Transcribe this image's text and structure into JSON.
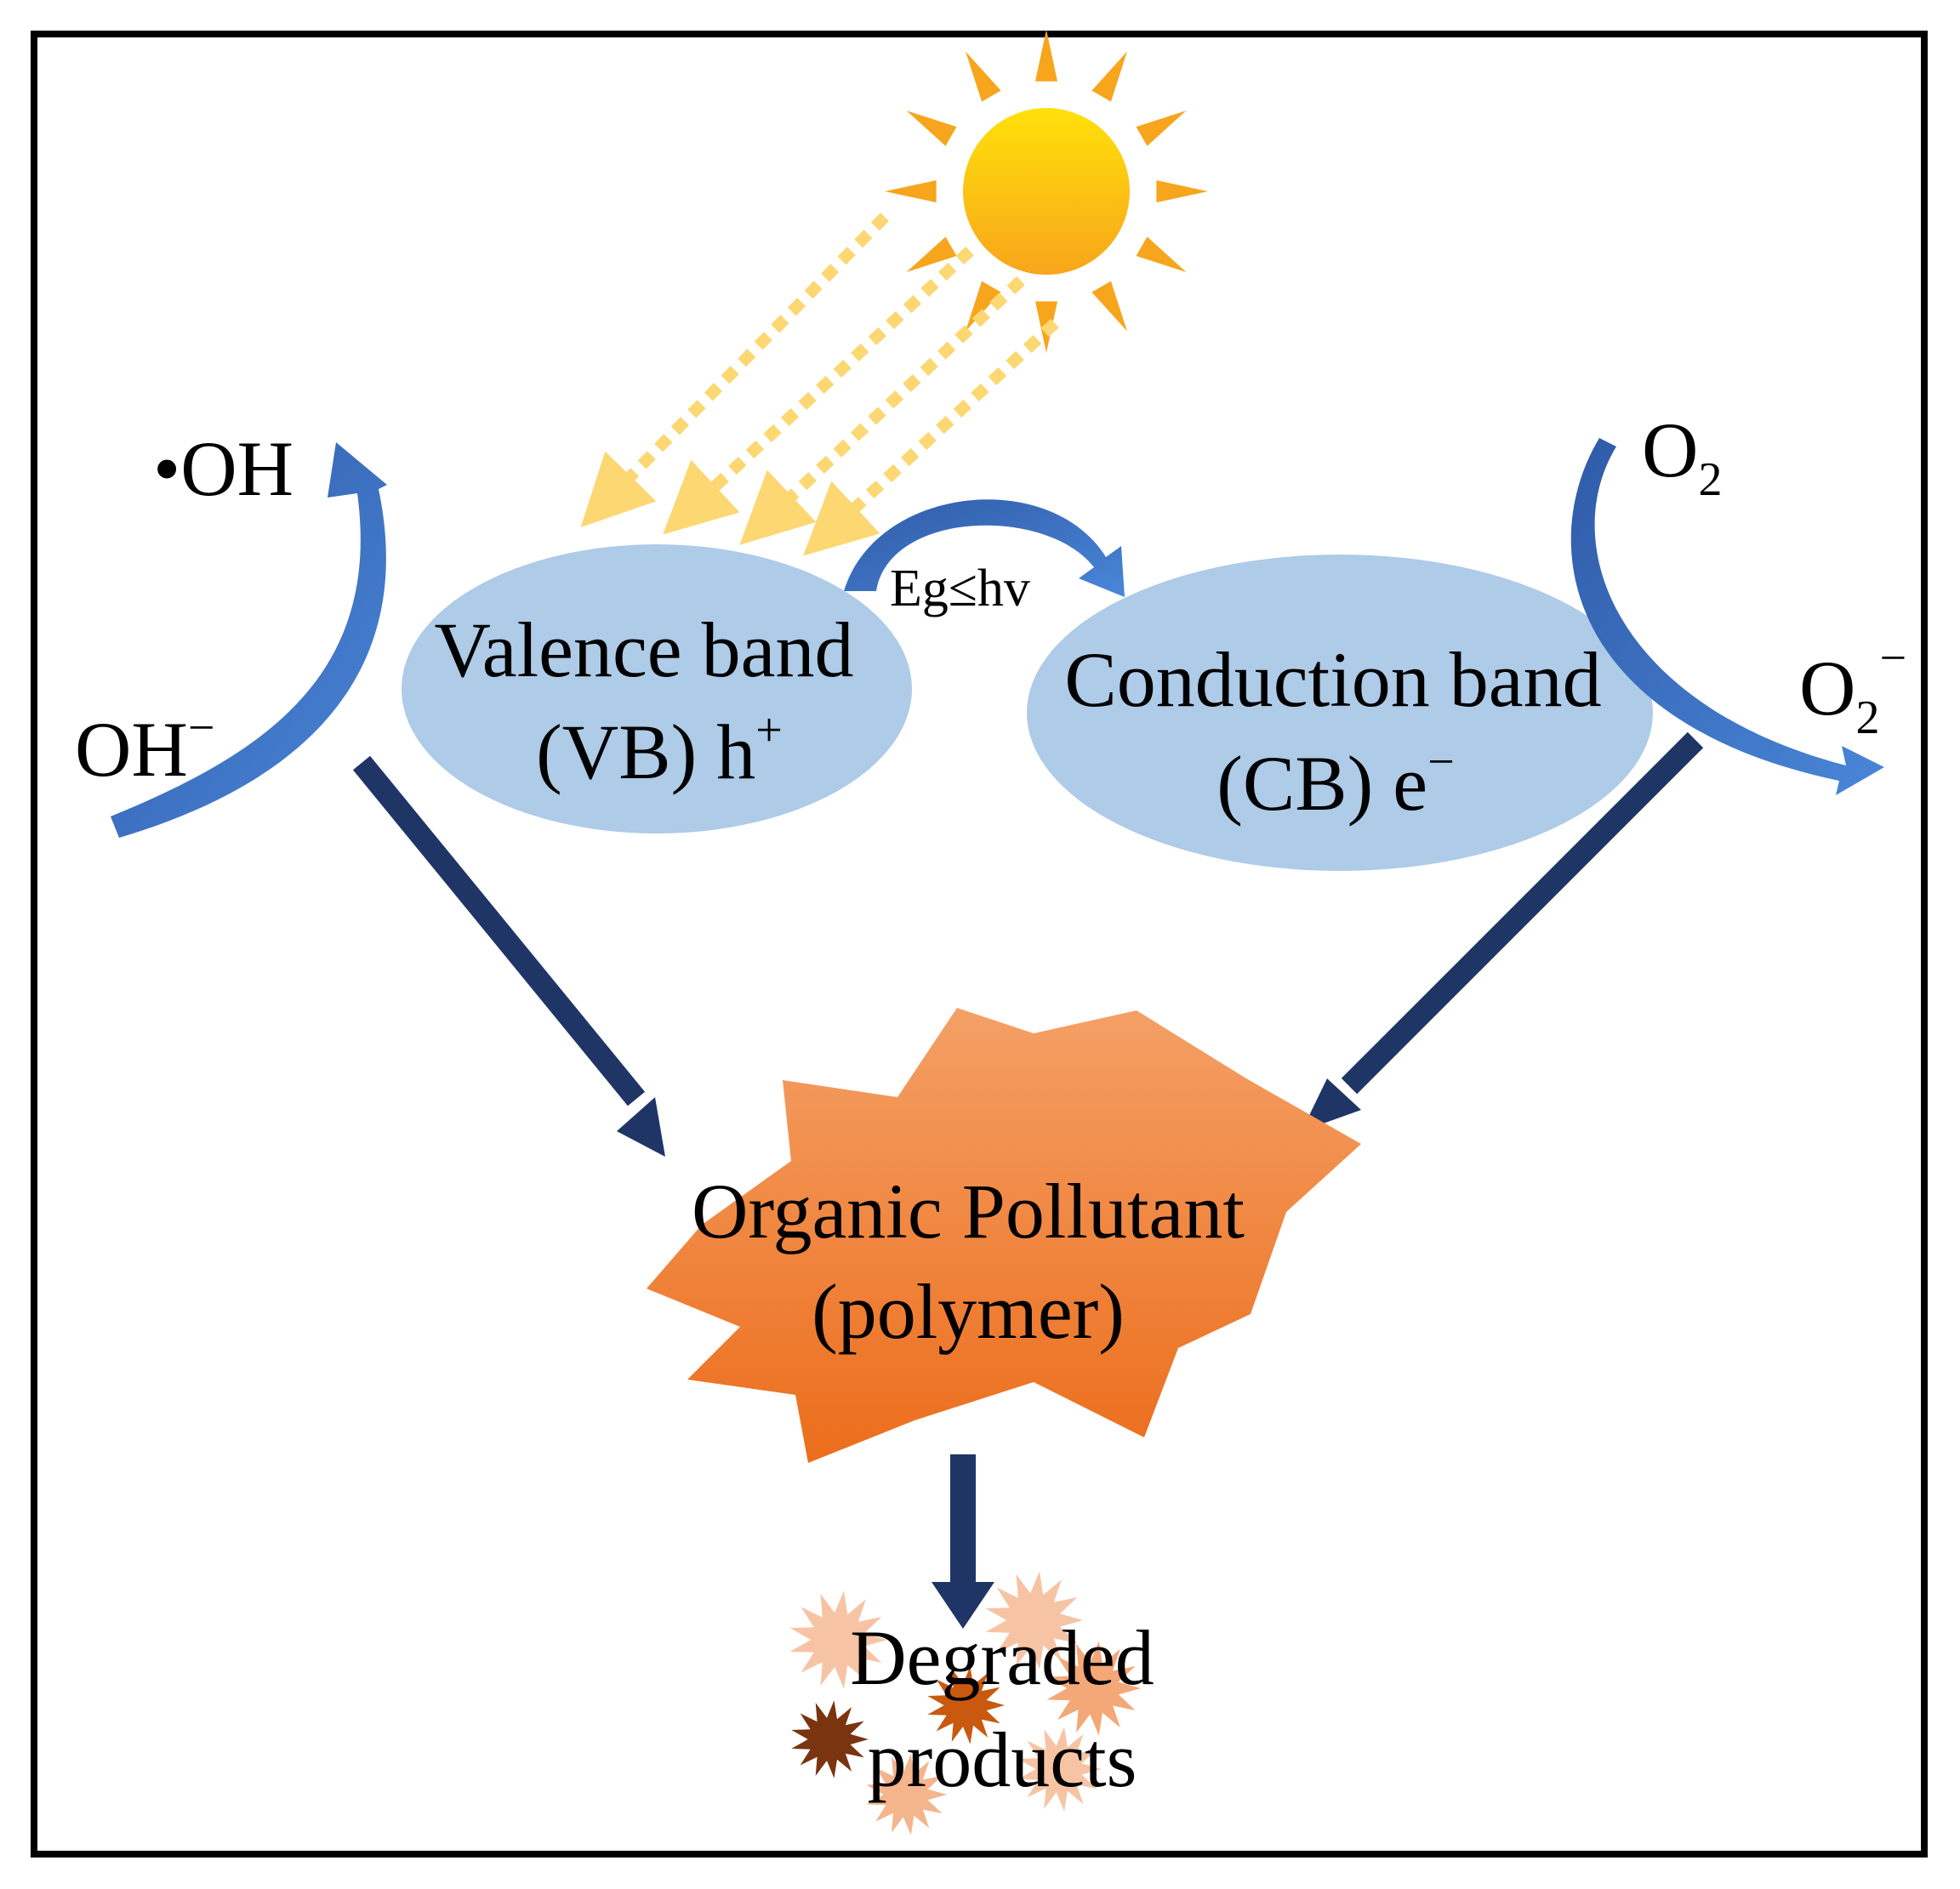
{
  "colors": {
    "ellipse": "#aecbe8",
    "curve_arrow": "#3b6fc4",
    "dark_arrow": "#1f3566",
    "ray": "#fcd772",
    "sun_core": "#fbb316",
    "sun_rays": "#f7a51c",
    "pollutant": "#f07f31",
    "border": "#000000"
  },
  "labels": {
    "hydroxyl_radical": "•OH",
    "hydroxide": "OH",
    "hydroxide_charge": "−",
    "oxygen": "O",
    "oxygen_sub": "2",
    "superoxide": "O",
    "superoxide_sub": "2",
    "superoxide_charge": "−",
    "bandgap": "Eg≤hv",
    "valence_line1": "Valence band",
    "valence_line2": "(VB) h",
    "valence_charge": "+",
    "conduction_line1": "Conduction band",
    "conduction_line2": "(CB) e",
    "conduction_charge": "−",
    "pollutant_line1": "Organic Pollutant",
    "pollutant_line2": "(polymer)",
    "products_line1": "Degraded",
    "products_line2": "products"
  },
  "icons": [
    "sun-icon",
    "starburst-icon",
    "curved-arrow-icon",
    "straight-arrow-icon"
  ]
}
